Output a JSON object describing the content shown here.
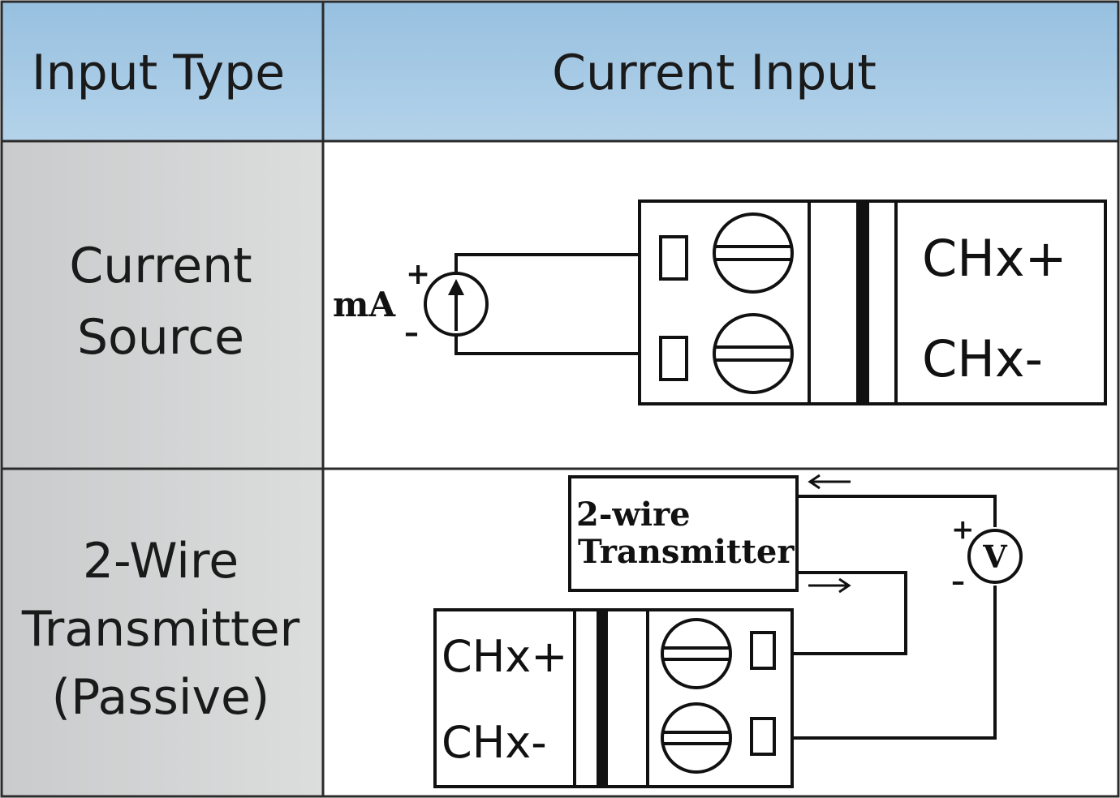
{
  "header": {
    "col1": "Input Type",
    "col2": "Current Input"
  },
  "rows": [
    {
      "label_lines": [
        "Current",
        "Source"
      ],
      "terminals": [
        "CHx+",
        "CHx-"
      ],
      "source_label": "mA",
      "plus": "+",
      "minus": "–"
    },
    {
      "label_lines": [
        "2-Wire",
        "Transmitter",
        "(Passive)"
      ],
      "terminals": [
        "CHx+",
        "CHx-"
      ],
      "transmitter_lines": [
        "2-wire",
        "Transmitter"
      ],
      "meter_label": "V",
      "plus": "+",
      "minus": "–"
    }
  ],
  "colors": {
    "header_bg": "#a3c8e4",
    "label_bg": "#d3d4d4",
    "border": "#2b2b2b",
    "line": "#111111"
  }
}
